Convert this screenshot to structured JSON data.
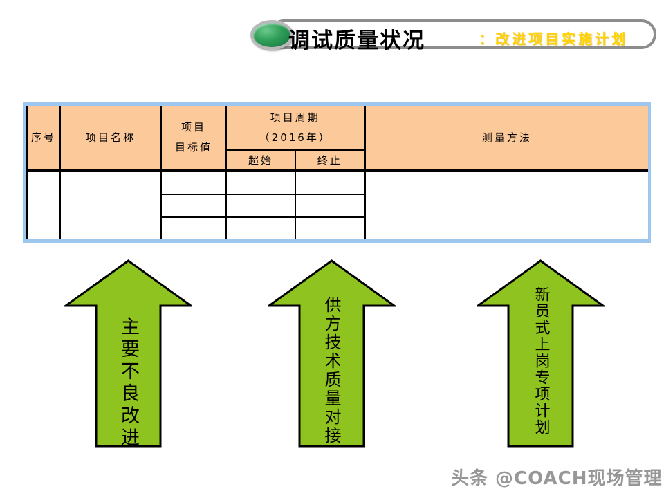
{
  "header": {
    "title": "调试质量状况",
    "subtitle": "：改进项目实施计划"
  },
  "table": {
    "headers": {
      "seq": "序号",
      "name": "项目名称",
      "target": "项目\n目标值",
      "period": "项目周期\n（2016年）",
      "start": "超始",
      "end": "终止",
      "method": "测量方法"
    },
    "body": {
      "rows": [
        {
          "seq": "",
          "name": "",
          "target": "",
          "start": "",
          "end": "",
          "method": ""
        },
        {
          "target": "",
          "start": "",
          "end": ""
        },
        {
          "target": "",
          "start": "",
          "end": ""
        }
      ]
    }
  },
  "arrows": [
    {
      "label": "主要不良改进"
    },
    {
      "label": "供方技术质量对接"
    },
    {
      "label": "新员式上岗专项计划"
    }
  ],
  "watermark": "头条 @COACH现场管理",
  "colors": {
    "arrow_green": "#8fc31f",
    "table_header_fill": "#fbc99a",
    "table_frame_blue": "#9ec7ef",
    "subtitle_yellow": "#ffd400",
    "ellipse_green": "#2f9e58",
    "pill_gray": "#8c8c8c"
  }
}
